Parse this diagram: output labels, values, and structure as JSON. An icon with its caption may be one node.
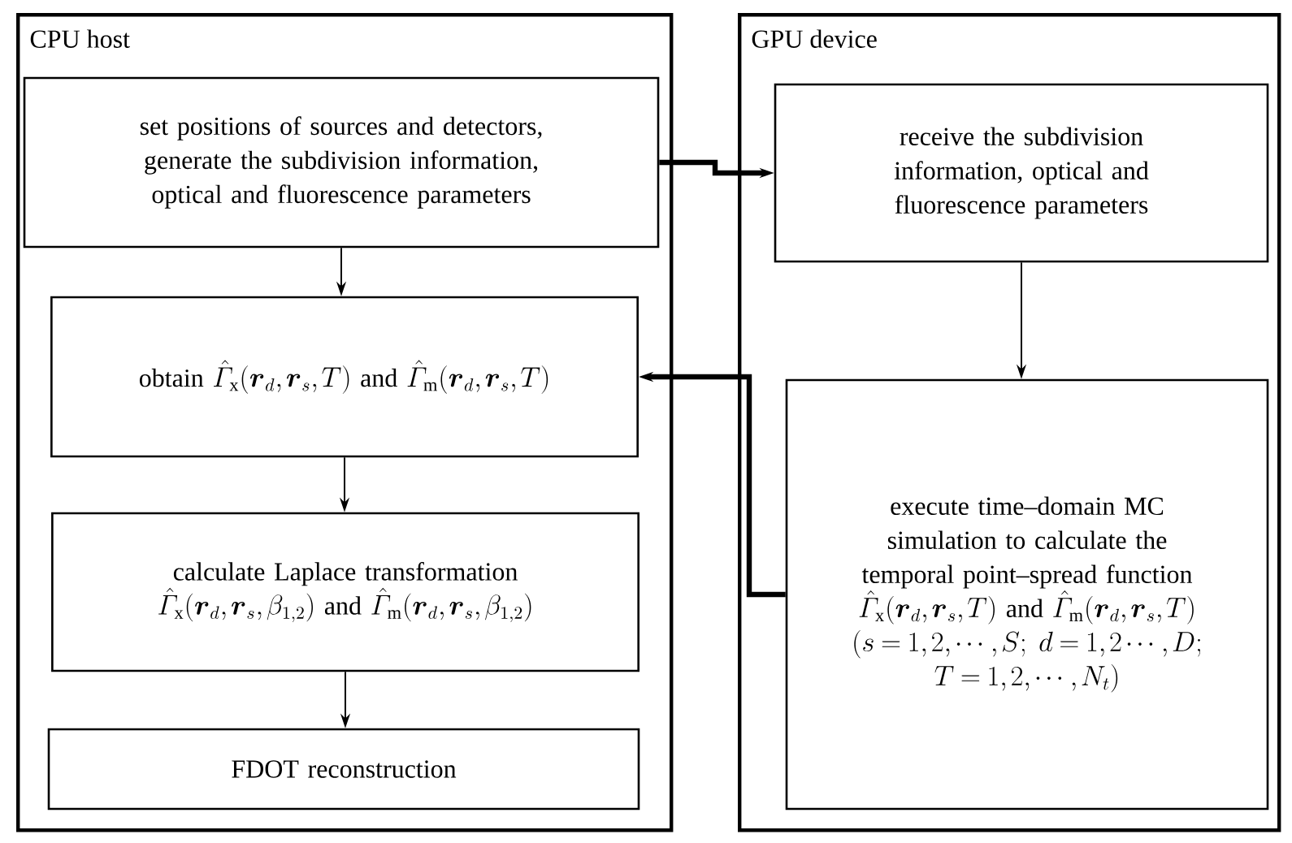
{
  "diagram": {
    "nodes": [
      {
        "text": [
          "CPU host"
        ]
      },
      {
        "text": [
          "set positions of sources and detectors, generate the subdivision information, optical and fluorescence parameters"
        ],
        "in": 0
      },
      {
        "text": [
          "obtain",
          "\\hat{\\varGamma}_{\\mathrm{x}}(\\boldsymbol{r}_{d},\\boldsymbol{r}_{s},T)",
          "and",
          "\\hat{\\varGamma}_{\\mathrm{m}}(\\boldsymbol{r}_{d},\\boldsymbol{r}_{s},T)"
        ],
        "in": 0
      },
      {
        "text": [
          "calculate Laplace transformation",
          "\\hat{\\varGamma}_{\\mathrm{x}}(\\boldsymbol{r}_{d},\\boldsymbol{r}_{s},\\beta_{1,2})",
          "and",
          "\\hat{\\varGamma}_{\\mathrm{m}}(\\boldsymbol{r}_{d},\\boldsymbol{r}_{s},\\beta_{1,2})"
        ],
        "in": 0
      },
      {
        "text": [
          "FDOT reconstruction"
        ],
        "in": 0
      },
      {
        "text": [
          "GPU device"
        ]
      },
      {
        "text": [
          "receive the subdivision information, optical and fluorescence parameters"
        ],
        "in": 5
      },
      {
        "text": [
          "execute time–domain MC simulation to calculate the temporal point–spread function",
          "\\hat{\\varGamma}_{\\mathrm{x}}(\\boldsymbol{r}_{d},\\boldsymbol{r}_{s},T)",
          "and",
          "\\hat{\\varGamma}_{\\mathrm{m}}(\\boldsymbol{r}_{d},\\boldsymbol{r}_{s},T)",
          "(s=1,2,\\cdots,S;\\ d=1,2\\cdots,D;",
          "T=1,2,\\cdots,N_{t})"
        ],
        "in": 5
      }
    ],
    "edges": [
      {
        "from": 1,
        "to": 2,
        "arrow": "to"
      },
      {
        "from": 2,
        "to": 3,
        "arrow": "to"
      },
      {
        "from": 3,
        "to": 4,
        "arrow": "to"
      },
      {
        "from": 1,
        "to": 6,
        "arrow": "to",
        "style": "thick"
      },
      {
        "from": 6,
        "to": 7,
        "arrow": "to"
      },
      {
        "from": 7,
        "to": 2,
        "arrow": "to",
        "style": "thick"
      }
    ]
  }
}
